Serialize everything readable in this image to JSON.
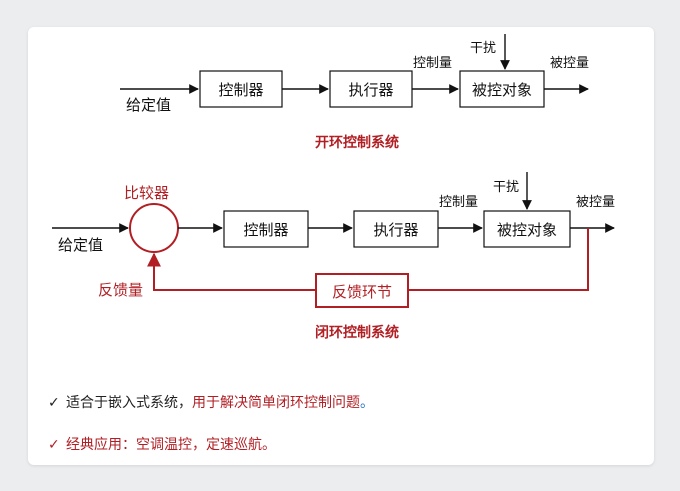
{
  "open_loop": {
    "title": "开环控制系统",
    "input_label": "给定值",
    "blocks": [
      "控制器",
      "执行器",
      "被控对象"
    ],
    "control_variable_label": "控制量",
    "disturbance_label": "干扰",
    "output_label": "被控量"
  },
  "closed_loop": {
    "title": "闭环控制系统",
    "comparator_label": "比较器",
    "input_label": "给定值",
    "blocks": [
      "控制器",
      "执行器",
      "被控对象"
    ],
    "control_variable_label": "控制量",
    "disturbance_label": "干扰",
    "output_label": "被控量",
    "feedback_block": "反馈环节",
    "feedback_label": "反馈量"
  },
  "bullets": [
    {
      "check": "✓",
      "text_plain": "适合于嵌入式系统，",
      "text_highlight": "用于解决简单闭环控制问题",
      "text_end": "。"
    },
    {
      "check": "✓",
      "text": "经典应用：空调温控，定速巡航。"
    }
  ],
  "colors": {
    "accent_red": "#b11f24",
    "text_dark": "#111111",
    "blue_period": "#1a73c9"
  }
}
